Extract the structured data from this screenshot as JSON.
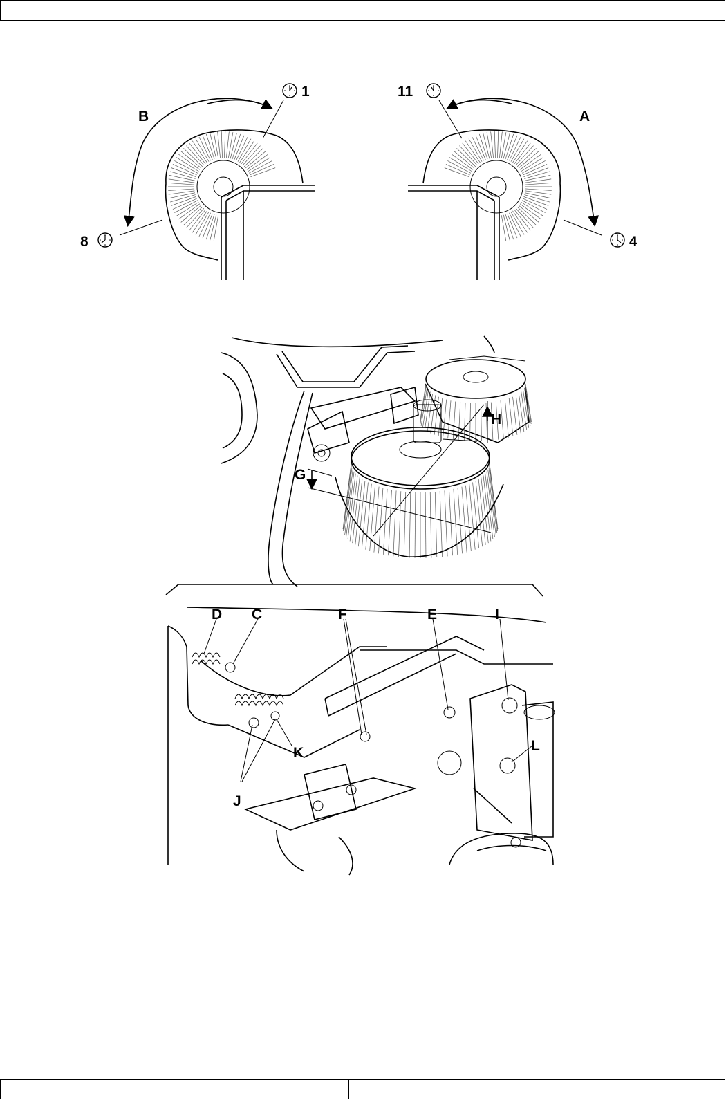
{
  "header": {
    "left_cell": "",
    "right_cell": ""
  },
  "footer": {
    "cell_1": "",
    "cell_2": "",
    "cell_3": ""
  },
  "top_figure": {
    "left_brush": {
      "arrow_label": "B",
      "start_clock": "1",
      "end_clock": "8"
    },
    "right_brush": {
      "arrow_label": "A",
      "start_clock": "11",
      "end_clock": "4"
    }
  },
  "middle_figure": {
    "labels": {
      "g": "G",
      "h": "H"
    }
  },
  "bottom_figure": {
    "labels": {
      "d": "D",
      "c": "C",
      "f": "F",
      "e": "E",
      "i": "I",
      "k": "K",
      "j": "J",
      "l": "L"
    }
  },
  "icons": [
    "clock-icon"
  ]
}
